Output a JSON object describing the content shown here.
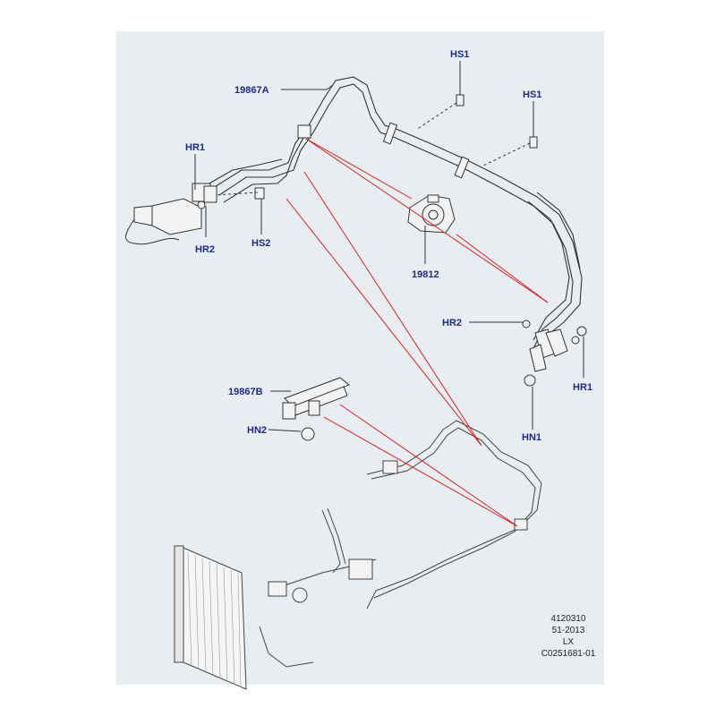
{
  "callouts": {
    "hs1_top": "HS1",
    "hs1_right": "HS1",
    "part_19867a": "19867A",
    "hr1_left": "HR1",
    "hr2_left": "HR2",
    "hs2": "HS2",
    "part_19812": "19812",
    "hr2_right": "HR2",
    "hr1_right": "HR1",
    "hn1": "HN1",
    "part_19867b": "19867B",
    "hn2": "HN2"
  },
  "reference": {
    "line1": "4120310",
    "line2": "51-2013",
    "line3": "LX",
    "line4": "C0251681-01"
  },
  "colors": {
    "panel_bg": "#e8edf1",
    "callout_text": "#1f2a86",
    "leader_red": "#d22020",
    "line_dark": "#333333"
  }
}
